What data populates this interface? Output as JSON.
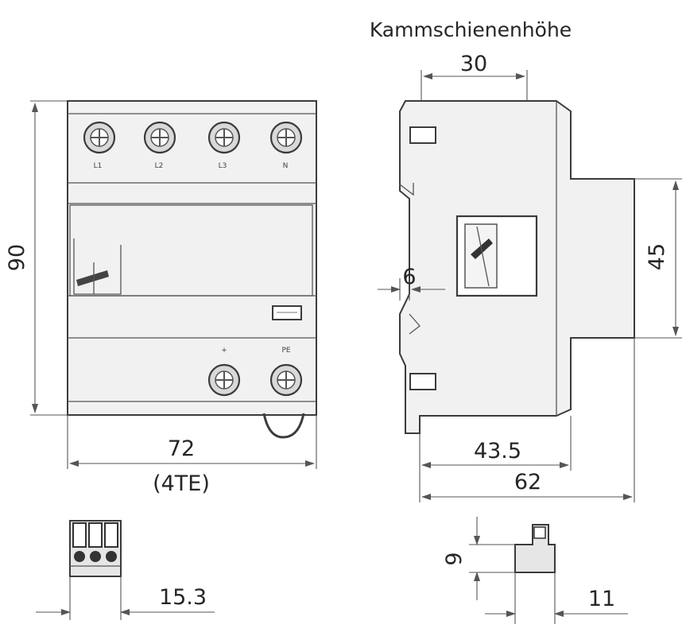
{
  "title": "Kammschienenhöhe",
  "front_view": {
    "terminals_top": [
      "L1",
      "L2",
      "L3",
      "N"
    ],
    "terminals_bottom": [
      "+",
      "PE"
    ],
    "height_label": "90",
    "width_label": "72",
    "width_units_label": "(4TE)"
  },
  "side_view": {
    "top_label": "30",
    "rail_label": "45",
    "notch_label": "6",
    "depth_inner_label": "43.5",
    "depth_total_label": "62"
  },
  "comb_detail": {
    "width_label": "15.3"
  },
  "connector_detail": {
    "height_label": "9",
    "width_label": "11"
  }
}
